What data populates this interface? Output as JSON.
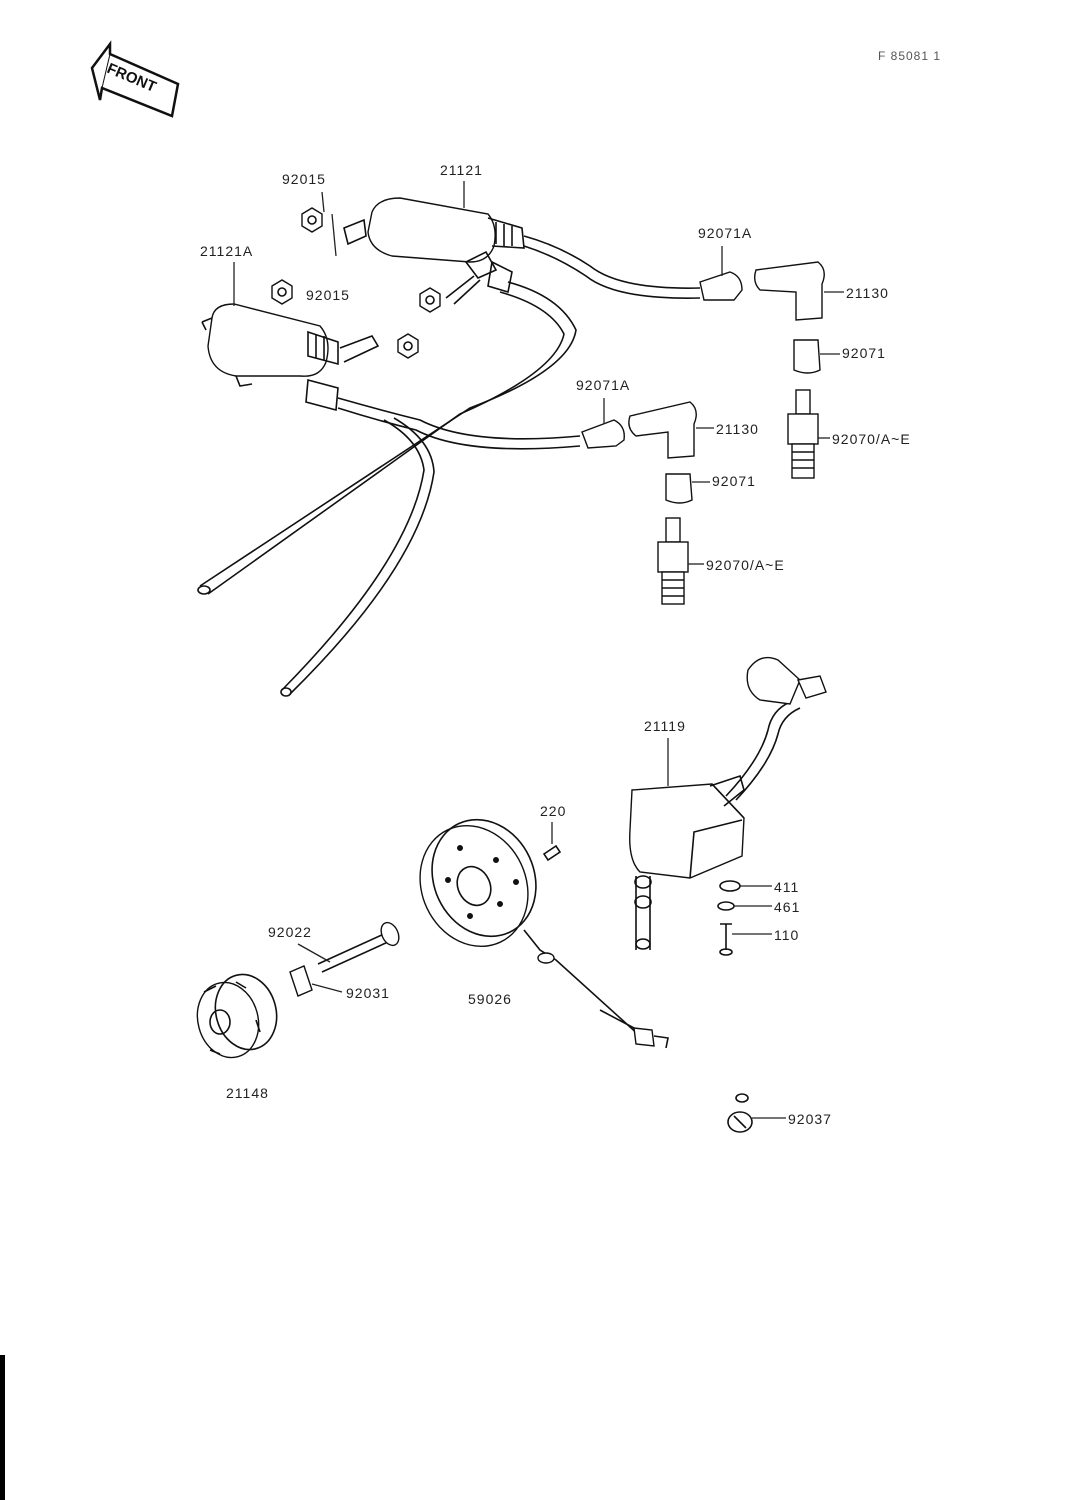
{
  "page_code": "F 85081 1",
  "front_label": "FRONT",
  "parts": {
    "p92015a": "92015",
    "p21121": "21121",
    "p21121a": "21121A",
    "p92015b": "92015",
    "p92071a_upper": "92071A",
    "p21130_upper": "21130",
    "p92071_upper": "92071",
    "p92070_upper": "92070/A~E",
    "p92071a_lower": "92071A",
    "p21130_lower": "21130",
    "p92071_lower": "92071",
    "p92070_lower": "92070/A~E",
    "p21119": "21119",
    "p220": "220",
    "p411": "411",
    "p461": "461",
    "p110": "110",
    "p92022": "92022",
    "p92031": "92031",
    "p59026": "59026",
    "p21148": "21148",
    "p92037": "92037"
  }
}
